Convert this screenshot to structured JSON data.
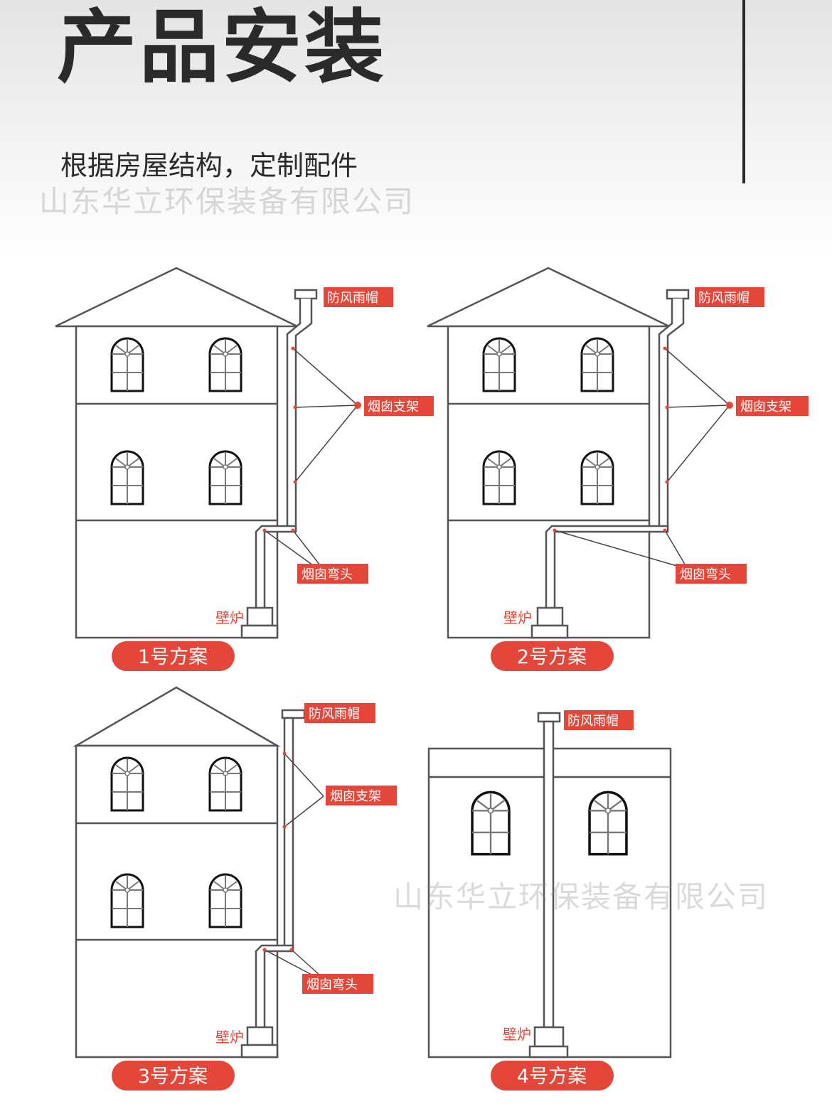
{
  "header": {
    "title": "产品安装",
    "subtitle": "根据房屋结构，定制配件",
    "watermark": "山东华立环保装备有限公司"
  },
  "labels": {
    "rain_cap": "防风雨帽",
    "bracket": "烟囱支架",
    "elbow": "烟囱弯头",
    "fireplace": "壁炉"
  },
  "plans": [
    "1号方案",
    "2号方案",
    "3号方案",
    "4号方案"
  ],
  "colors": {
    "accent": "#e4473a",
    "line": "#555555"
  }
}
